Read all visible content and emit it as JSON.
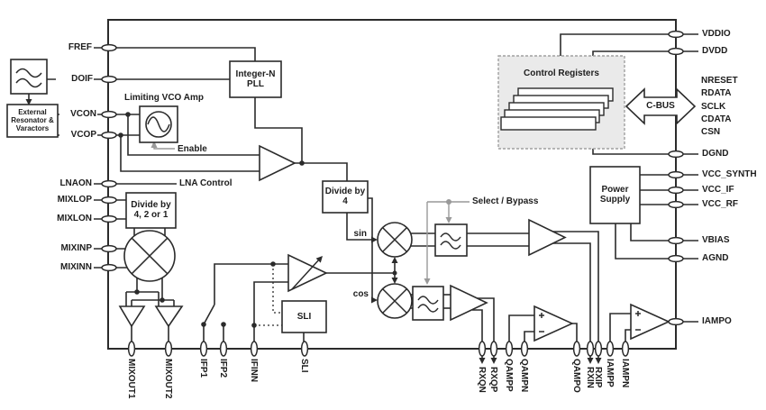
{
  "pins": {
    "left": [
      "FREF",
      "DOIF",
      "VCON",
      "VCOP",
      "LNAON",
      "MIXLOP",
      "MIXLON",
      "MIXINP",
      "MIXINN"
    ],
    "right": [
      "VDDIO",
      "DVDD",
      "DGND",
      "VCC_SYNTH",
      "VCC_IF",
      "VCC_RF",
      "VBIAS",
      "AGND",
      "IAMPO"
    ],
    "cbus_group": [
      "NRESET",
      "RDATA",
      "SCLK",
      "CDATA",
      "CSN"
    ],
    "bottom": [
      "MIXOUT1",
      "MIXOUT2",
      "IFP1",
      "IFP2",
      "IFINN",
      "SLI",
      "RXQN",
      "RXQP",
      "QAMPP",
      "QAMPN",
      "QAMPO",
      "RXIN",
      "RXIP",
      "IAMPP",
      "IAMPN"
    ]
  },
  "blocks": {
    "external_resonator": "External\nResonator &\nVaractors",
    "limiting_vco_amp": "Limiting VCO Amp",
    "integer_n_pll": "Integer-N\nPLL",
    "divide_by_421": "Divide by\n4, 2 or 1",
    "divide_by_4": "Divide by\n4",
    "sli": "SLI",
    "control_registers": "Control Registers",
    "power_supply": "Power\nSupply",
    "cbus": "C-BUS"
  },
  "annotations": {
    "enable": "Enable",
    "lna_control": "LNA Control",
    "sin": "sin",
    "cos": "cos",
    "select_bypass": "Select / Bypass"
  },
  "colors": {
    "line": "#2b2b2b",
    "control_gray": "#999999",
    "register_box_fill": "#eaeaea",
    "background": "#ffffff"
  }
}
